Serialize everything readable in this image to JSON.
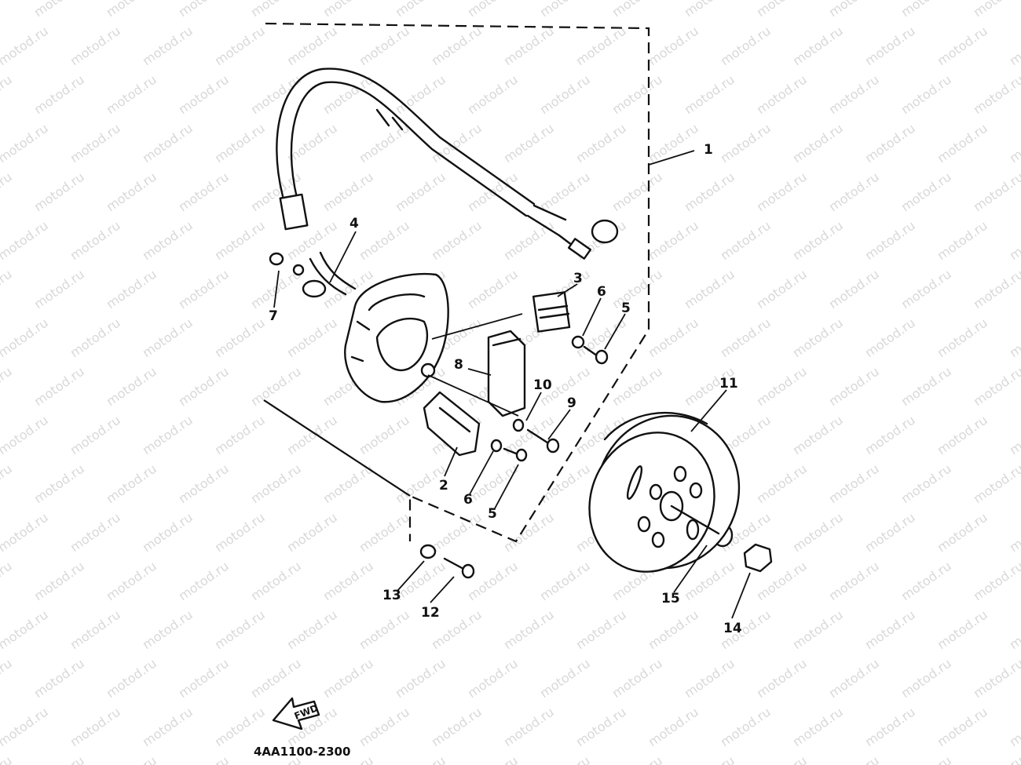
{
  "watermark": {
    "text": "motod.ru"
  },
  "drawing_code": "4AA1100-2300",
  "fwd_label": "FWD",
  "callouts": [
    {
      "id": "1",
      "text": "1"
    },
    {
      "id": "2",
      "text": "2"
    },
    {
      "id": "3",
      "text": "3"
    },
    {
      "id": "4",
      "text": "4"
    },
    {
      "id": "5a",
      "text": "5"
    },
    {
      "id": "5b",
      "text": "5"
    },
    {
      "id": "6a",
      "text": "6"
    },
    {
      "id": "6b",
      "text": "6"
    },
    {
      "id": "7",
      "text": "7"
    },
    {
      "id": "8",
      "text": "8"
    },
    {
      "id": "9",
      "text": "9"
    },
    {
      "id": "10",
      "text": "10"
    },
    {
      "id": "11",
      "text": "11"
    },
    {
      "id": "12",
      "text": "12"
    },
    {
      "id": "13",
      "text": "13"
    },
    {
      "id": "14",
      "text": "14"
    },
    {
      "id": "15",
      "text": "15"
    }
  ]
}
